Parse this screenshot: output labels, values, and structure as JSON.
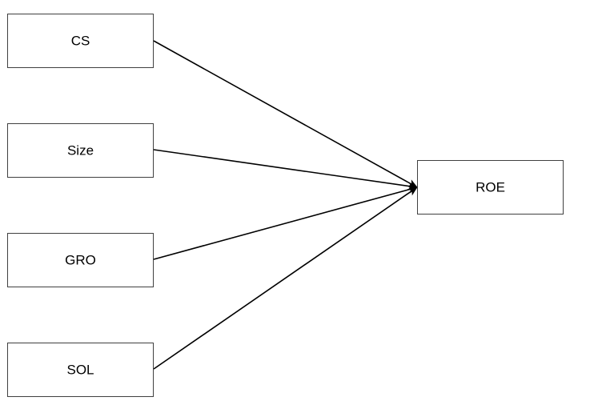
{
  "nodes": {
    "cs": {
      "label": "CS"
    },
    "size": {
      "label": "Size"
    },
    "gro": {
      "label": "GRO"
    },
    "sol": {
      "label": "SOL"
    },
    "roe": {
      "label": "ROE"
    }
  },
  "edges": [
    {
      "from": "cs",
      "to": "roe"
    },
    {
      "from": "size",
      "to": "roe"
    },
    {
      "from": "gro",
      "to": "roe"
    },
    {
      "from": "sol",
      "to": "roe"
    }
  ],
  "colors": {
    "line": "#000000",
    "box_border": "#404040",
    "background": "#ffffff"
  }
}
